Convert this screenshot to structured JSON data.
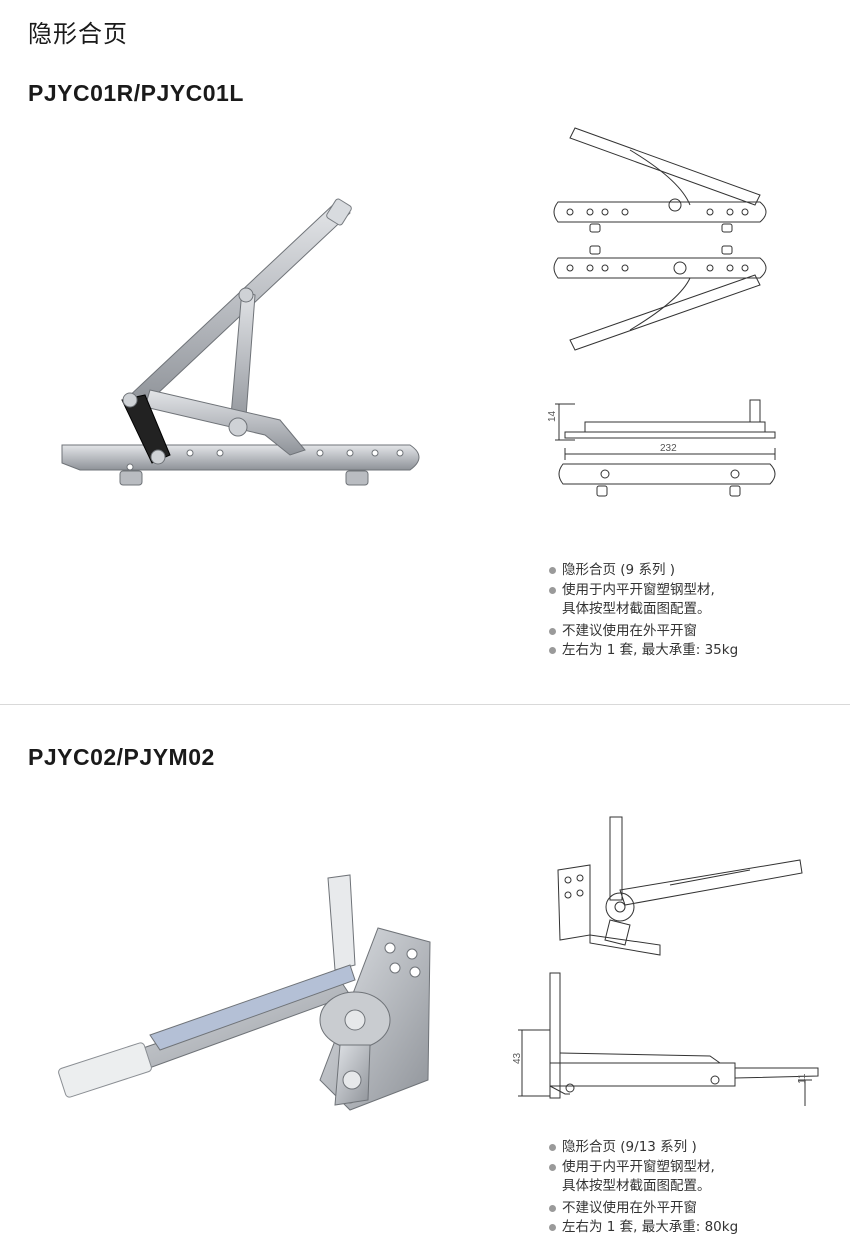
{
  "page": {
    "title": "隐形合页"
  },
  "products": [
    {
      "model": "PJYC01R/PJYC01L",
      "dimensions": {
        "height": "14",
        "length": "232"
      },
      "features": [
        {
          "text": "隐形合页 (9 系列 )",
          "bullet": true
        },
        {
          "text": "使用于内平开窗塑钢型材,",
          "bullet": true
        },
        {
          "text": "具体按型材截面图配置。",
          "bullet": false
        },
        {
          "text": "不建议使用在外平开窗",
          "bullet": true
        },
        {
          "text": "左右为 1 套, 最大承重: 35kg",
          "bullet": true
        }
      ]
    },
    {
      "model": "PJYC02/PJYM02",
      "dimensions": {
        "height": "43",
        "offset": "11"
      },
      "features": [
        {
          "text": "隐形合页 (9/13 系列 )",
          "bullet": true
        },
        {
          "text": "使用于内平开窗塑钢型材,",
          "bullet": true
        },
        {
          "text": "具体按型材截面图配置。",
          "bullet": false
        },
        {
          "text": "不建议使用在外平开窗",
          "bullet": true
        },
        {
          "text": "左右为 1 套, 最大承重: 80kg",
          "bullet": true
        }
      ]
    }
  ],
  "colors": {
    "divider": "#d9d9d9",
    "bullet": "#9a9a9a",
    "metal": "#c5c8cc"
  }
}
